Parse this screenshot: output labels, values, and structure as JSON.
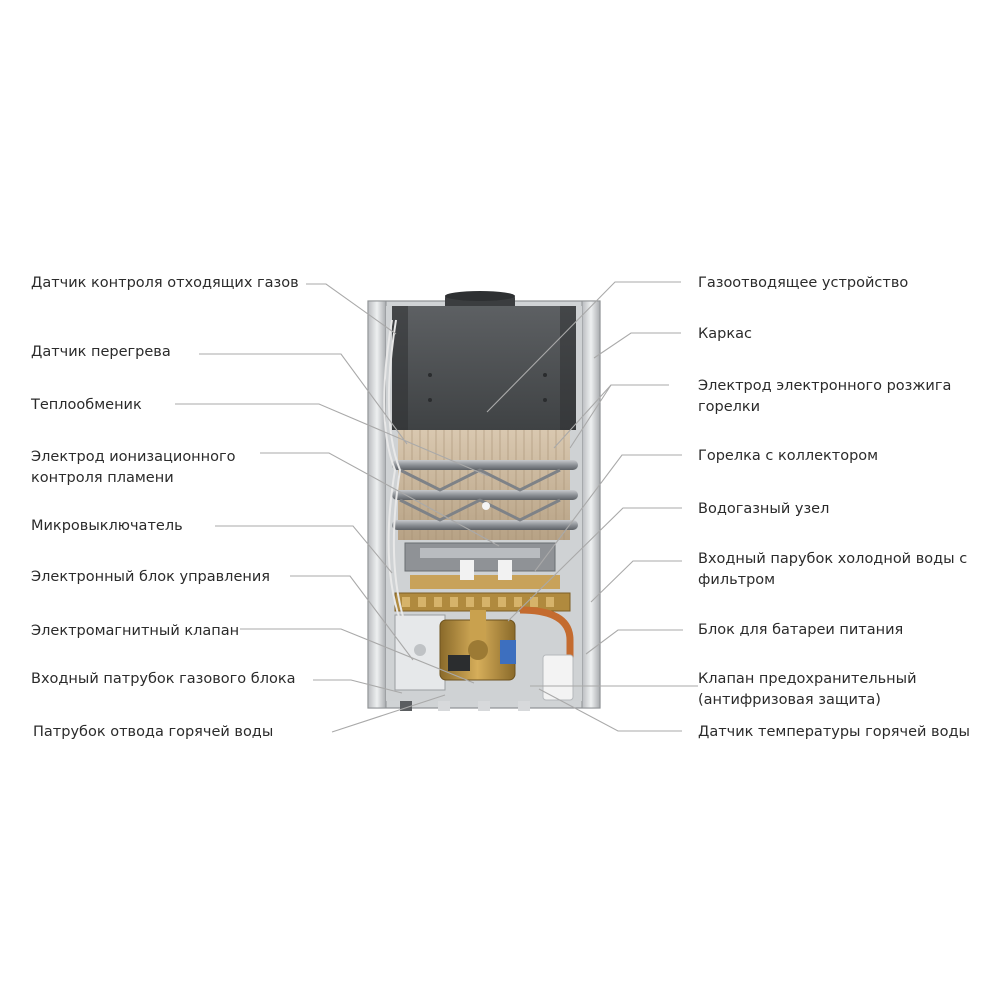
{
  "left_labels": [
    {
      "lines": [
        "Датчик контроля отходящих газов"
      ]
    },
    {
      "lines": [
        "Датчик перегрева"
      ]
    },
    {
      "lines": [
        "Теплообменик"
      ]
    },
    {
      "lines": [
        "Электрод ионизационного",
        "контроля пламени"
      ]
    },
    {
      "lines": [
        "Микровыключатель"
      ]
    },
    {
      "lines": [
        "Электронный блок управления"
      ]
    },
    {
      "lines": [
        "Электромагнитный клапан"
      ]
    },
    {
      "lines": [
        "Входный патрубок газового блока"
      ]
    },
    {
      "lines": [
        "Патрубок отвода горячей воды"
      ]
    }
  ],
  "right_labels": [
    {
      "lines": [
        "Газоотводящее устройство"
      ]
    },
    {
      "lines": [
        "Каркас"
      ]
    },
    {
      "lines": [
        "Электрод электронного розжига",
        "горелки"
      ]
    },
    {
      "lines": [
        "Горелка с коллектором"
      ]
    },
    {
      "lines": [
        "Водогазный узел"
      ]
    },
    {
      "lines": [
        "Входный парубок холодной воды с",
        "фильтром"
      ]
    },
    {
      "lines": [
        "Блок для батареи питания"
      ]
    },
    {
      "lines": [
        "Клапан предохранительный",
        "(антифризовая защита)"
      ]
    },
    {
      "lines": [
        "Датчик температуры горячей воды"
      ]
    }
  ]
}
